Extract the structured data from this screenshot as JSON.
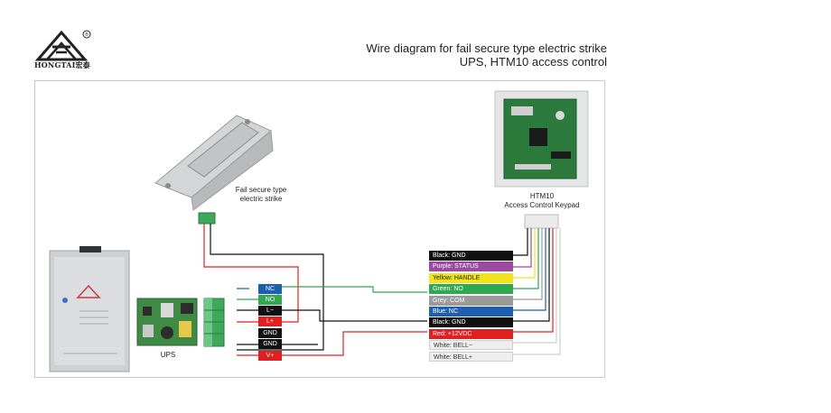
{
  "brand": {
    "name": "HONGTAI宏泰",
    "registered": "®"
  },
  "title": {
    "line1": "Wire diagram for fail secure type electric strike",
    "line2": "UPS, HTM10 access control"
  },
  "labels": {
    "strike": "Fail secure type\nelectric strike",
    "keypad": "HTM10\nAccess Control Keypad",
    "ups": "UPS"
  },
  "terminals": [
    {
      "text": "NC",
      "bg": "#1d5fae",
      "fg": "#ffffff"
    },
    {
      "text": "NO",
      "bg": "#2fa84f",
      "fg": "#ffffff"
    },
    {
      "text": "L−",
      "bg": "#111111",
      "fg": "#ffffff"
    },
    {
      "text": "L+",
      "bg": "#e02020",
      "fg": "#ffffff"
    },
    {
      "text": "GND",
      "bg": "#111111",
      "fg": "#ffffff"
    },
    {
      "text": "GND",
      "bg": "#111111",
      "fg": "#ffffff"
    },
    {
      "text": "V+",
      "bg": "#e02020",
      "fg": "#ffffff"
    }
  ],
  "wires": [
    {
      "text": "Black: GND",
      "bg": "#111111",
      "fg": "#ffffff"
    },
    {
      "text": "Purple: STATUS",
      "bg": "#9b4aa0",
      "fg": "#ffffff"
    },
    {
      "text": "Yellow: HANDLE",
      "bg": "#f1e31c",
      "fg": "#222222"
    },
    {
      "text": "Green: NO",
      "bg": "#2fa84f",
      "fg": "#ffffff"
    },
    {
      "text": "Grey: COM",
      "bg": "#9a9a9a",
      "fg": "#ffffff"
    },
    {
      "text": "Blue: NC",
      "bg": "#1d5fae",
      "fg": "#ffffff"
    },
    {
      "text": "Black: GND",
      "bg": "#111111",
      "fg": "#ffffff"
    },
    {
      "text": "Red: +12VDC",
      "bg": "#e02020",
      "fg": "#ffffff"
    },
    {
      "text": "White: BELL−",
      "bg": "#eeeeee",
      "fg": "#333333"
    },
    {
      "text": "White: BELL+",
      "bg": "#eeeeee",
      "fg": "#333333"
    }
  ],
  "colors": {
    "red": "#e02020",
    "black": "#111111",
    "blue": "#1d5fae",
    "green": "#2fa84f",
    "grey": "#9a9a9a",
    "purple": "#9b4aa0",
    "yellow": "#f1e31c"
  }
}
